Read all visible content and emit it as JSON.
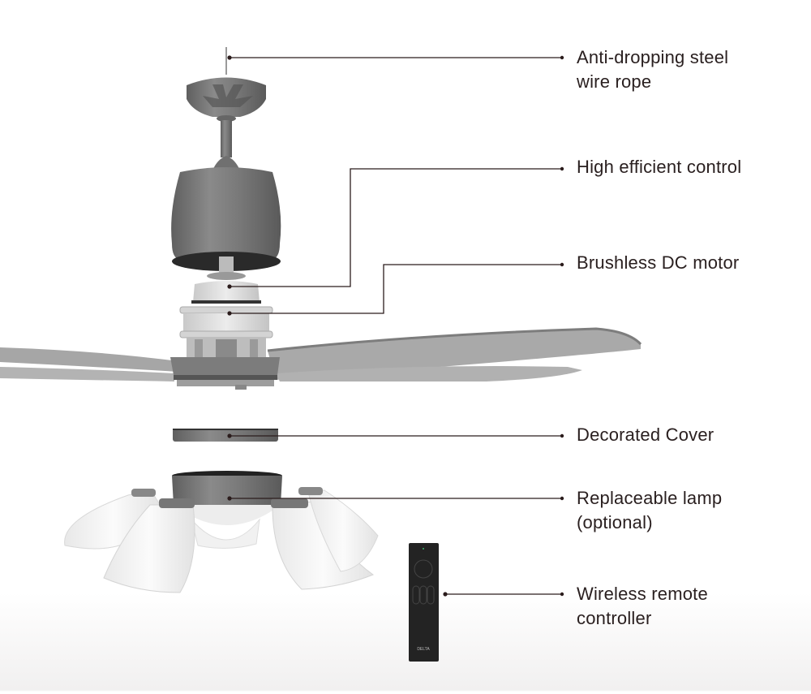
{
  "diagram": {
    "subject": "Ceiling fan exploded view",
    "colors": {
      "text": "#2a2020",
      "leader_line": "#2b1c1c",
      "metal_dark": "#6e6e6e",
      "metal_mid": "#8c8c8c",
      "blade": "#a3a3a3",
      "housing_light": "#dcdcdc",
      "shade": "#f4f4f4",
      "remote": "#222222"
    },
    "callouts": [
      {
        "id": "wire-rope",
        "line1": "Anti-dropping steel",
        "line2": "wire rope"
      },
      {
        "id": "control",
        "line1": "High efficient control",
        "line2": ""
      },
      {
        "id": "motor",
        "line1": "Brushless DC motor",
        "line2": ""
      },
      {
        "id": "cover",
        "line1": "Decorated Cover",
        "line2": ""
      },
      {
        "id": "lamp",
        "line1": "Replaceable lamp",
        "line2": "(optional)"
      },
      {
        "id": "remote",
        "line1": "Wireless remote",
        "line2": "controller"
      }
    ],
    "remote_brand": "DELTA"
  }
}
